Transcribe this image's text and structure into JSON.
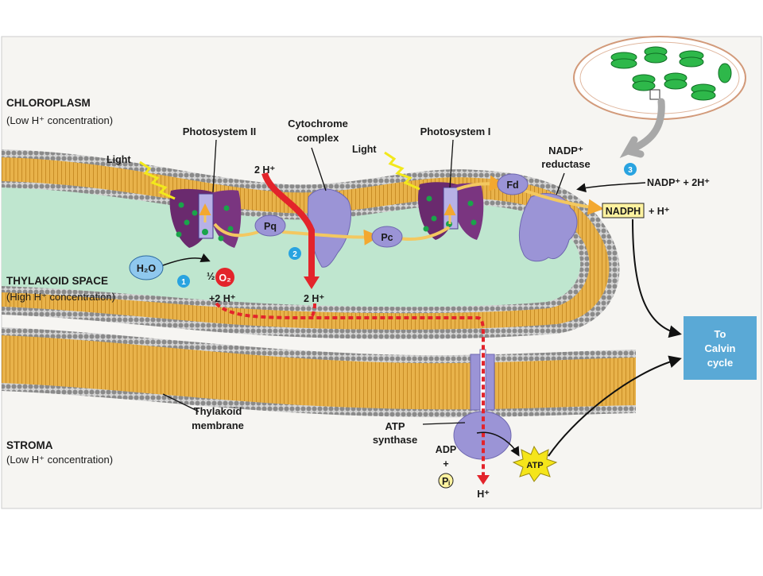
{
  "regions": {
    "chloroplasm_title": "CHLOROPLASM",
    "chloroplasm_sub": "(Low H⁺ concentration)",
    "thylakoid_space_title": "THYLAKOID SPACE",
    "thylakoid_space_sub": "(High H⁺ concentration)",
    "stroma_title": "STROMA",
    "stroma_sub": "(Low H⁺ concentration)"
  },
  "complexes": {
    "photosystem_ii": "Photosystem II",
    "cytochrome_line1": "Cytochrome",
    "cytochrome_line2": "complex",
    "photosystem_i": "Photosystem I",
    "nadp_reductase_line1": "NADP⁺",
    "nadp_reductase_line2": "reductase",
    "atp_synthase_line1": "ATP",
    "atp_synthase_line2": "synthase",
    "thylakoid_membrane_line1": "Thylakoid",
    "thylakoid_membrane_line2": "membrane"
  },
  "carriers": {
    "pq": "Pq",
    "pc": "Pc",
    "fd": "Fd"
  },
  "molecules": {
    "light_1": "Light",
    "light_2": "Light",
    "h2o": "H₂O",
    "o2": "O₂",
    "half": "½",
    "plus_2h_1": "+2 H⁺",
    "two_h_top": "2 H⁺",
    "two_h_space": "2 H⁺",
    "nadp_plus_2h": "NADP⁺ + 2H⁺",
    "nadph": "NADPH",
    "plus_h": "+ H⁺",
    "adp": "ADP",
    "plus": "+",
    "pi": "Pᵢ",
    "atp": "ATP",
    "h_out": "H⁺"
  },
  "steps": {
    "step_1": "1",
    "step_2": "2",
    "step_3": "3"
  },
  "calvin": {
    "line1": "To",
    "line2": "Calvin",
    "line3": "cycle"
  },
  "colors": {
    "membrane_gold": "#e8b24a",
    "head_gray": "#8a8a8a",
    "lumen_green": "#bfe6cf",
    "protein_purple": "#6a2a6e",
    "protein_lavender": "#9b94d6",
    "arrow_red": "#e3242b",
    "electron_yellow": "#f3c860",
    "calvin_blue": "#5aa9d6",
    "step_blue": "#29a3e0"
  }
}
